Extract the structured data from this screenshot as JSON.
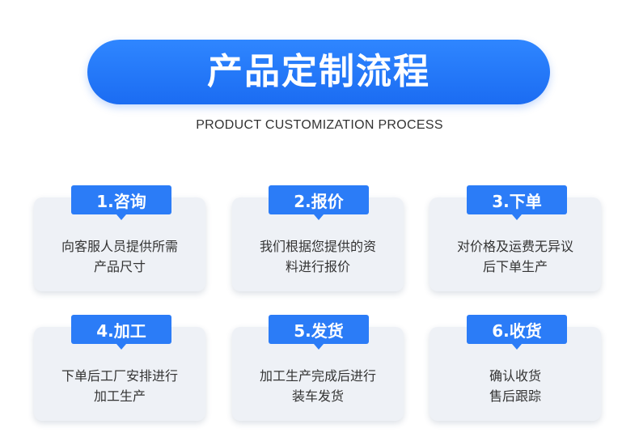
{
  "header": {
    "title": "产品定制流程",
    "subtitle": "PRODUCT CUSTOMIZATION PROCESS"
  },
  "steps": [
    {
      "label": "1.咨询",
      "lines": [
        "向客服人员提供所需",
        "产品尺寸"
      ]
    },
    {
      "label": "2.报价",
      "lines": [
        "我们根据您提供的资",
        "料进行报价"
      ]
    },
    {
      "label": "3.下单",
      "lines": [
        "对价格及运费无异议",
        "后下单生产"
      ]
    },
    {
      "label": "4.加工",
      "lines": [
        "下单后工厂安排进行",
        "加工生产"
      ]
    },
    {
      "label": "5.发货",
      "lines": [
        "加工生产完成后进行",
        "装车发货"
      ]
    },
    {
      "label": "6.收货",
      "lines": [
        "确认收货",
        "售后跟踪"
      ]
    }
  ],
  "colors": {
    "accent": "#2b7cf7",
    "card_bg": "#eef1f6",
    "text": "#333333"
  }
}
